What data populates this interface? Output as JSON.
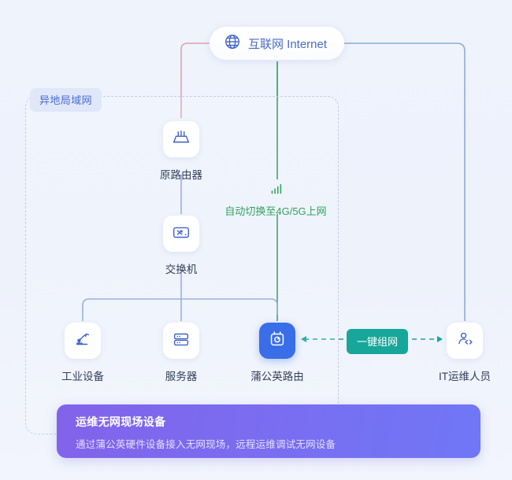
{
  "diagram": {
    "zone": {
      "label": "异地局域网"
    },
    "internet": {
      "label": "互联网 Internet",
      "icon": "globe-icon",
      "color": "#4c6bc4"
    },
    "nodes": [
      {
        "id": "router",
        "label": "原路由器",
        "icon": "router-icon",
        "highlight": false
      },
      {
        "id": "switch",
        "label": "交换机",
        "icon": "switch-icon",
        "highlight": false
      },
      {
        "id": "industry",
        "label": "工业设备",
        "icon": "robot-arm-icon",
        "highlight": false
      },
      {
        "id": "server",
        "label": "服务器",
        "icon": "server-icon",
        "highlight": false
      },
      {
        "id": "pgy",
        "label": "蒲公英路由",
        "icon": "pgy-router-icon",
        "highlight": true
      },
      {
        "id": "itstaff",
        "label": "IT运维人员",
        "icon": "it-engineer-icon",
        "highlight": false
      }
    ],
    "mobile_note": {
      "text": "自动切换至4G/5G上网",
      "icon": "signal-bars-icon",
      "color": "#2fa35e"
    },
    "onekey": {
      "label": "一键组网",
      "color": "#16a79a"
    },
    "banner": {
      "title": "运维无网现场设备",
      "subtitle": "通过蒲公英硬件设备接入无网现场，远程运维调试无网设备"
    },
    "colors": {
      "background": "#eef2fb",
      "wire_blue": "#8fa9d8",
      "wire_pink": "#e2a0b4",
      "wire_green": "#43a564",
      "wire_teal": "#16a79a",
      "accent_tile": "#3a6ee8"
    }
  }
}
